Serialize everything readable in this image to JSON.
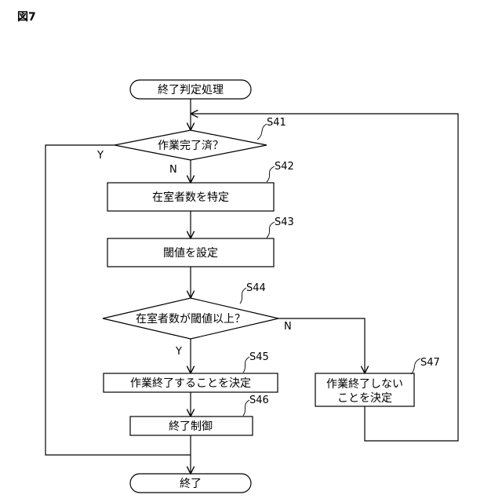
{
  "figure_label": "図7",
  "nodes": {
    "start": "終了判定処理",
    "s41": "作業完了済？",
    "s42": "在室者数を特定",
    "s43": "閾値を設定",
    "s44": "在室者数が閾値以上？",
    "s45": "作業終了することを決定",
    "s46": "終了制御",
    "s47_line1": "作業終了しない",
    "s47_line2": "ことを決定",
    "end": "終了"
  },
  "steps": {
    "s41": "S41",
    "s42": "S42",
    "s43": "S43",
    "s44": "S44",
    "s45": "S45",
    "s46": "S46",
    "s47": "S47"
  },
  "branches": {
    "s41_yes": "Y",
    "s41_no": "N",
    "s44_yes": "Y",
    "s44_no": "N"
  }
}
